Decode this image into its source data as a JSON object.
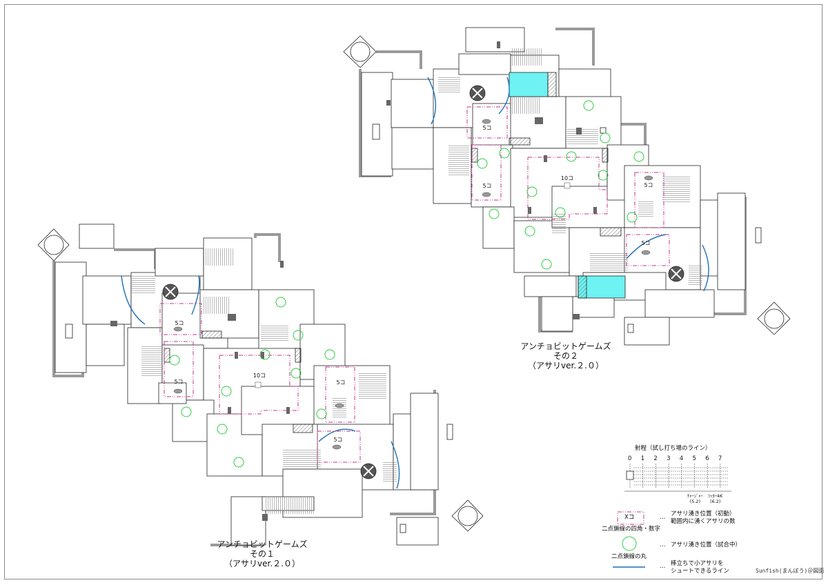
{
  "map1": {
    "title_line1": "アンチョビットゲームズ",
    "title_line2": "その１",
    "title_line3": "（アサリver.２.０）",
    "counts": [
      "5コ",
      "5コ",
      "10コ",
      "5コ",
      "5コ"
    ]
  },
  "map2": {
    "title_line1": "アンチョビットゲームズ",
    "title_line2": "その２",
    "title_line3": "（アサリver.２.０）",
    "counts": [
      "5コ",
      "5コ",
      "10コ",
      "5コ",
      "5コ"
    ]
  },
  "range": {
    "title": "射程（試し打ち場のライン）",
    "ticks": [
      "0",
      "1",
      "2",
      "3",
      "4",
      "5",
      "6",
      "7"
    ],
    "weapon1_name": "ﾁｬｰｼﾞｬｰ",
    "weapon1_value": "(5.2)",
    "weapon2_name": "ﾘｯﾀｰ4K",
    "weapon2_value": "(6.2)"
  },
  "legend": {
    "box_label": "Xコ",
    "box_caption": "二点鎖線の四角・数字",
    "box_desc_line1": "アサリ湧き位置（初動）",
    "box_desc_line2": "範囲内に湧くアサリの数",
    "circle_caption": "二点鎖線の丸",
    "circle_desc": "アサリ湧き位置（試合中）",
    "line_desc_line1": "棒立ちで小アサリを",
    "line_desc_line2": "シュートできるライン",
    "dots": "…"
  },
  "credit": "Sunfish(まんぼう)＠図面",
  "colors": {
    "spawn_box": "#c8338c",
    "circle": "#2ecc40",
    "shoot_line": "#1f6fb5",
    "water": "#6ef2f2",
    "wall": "#9a9a9a",
    "outline": "#222222"
  }
}
